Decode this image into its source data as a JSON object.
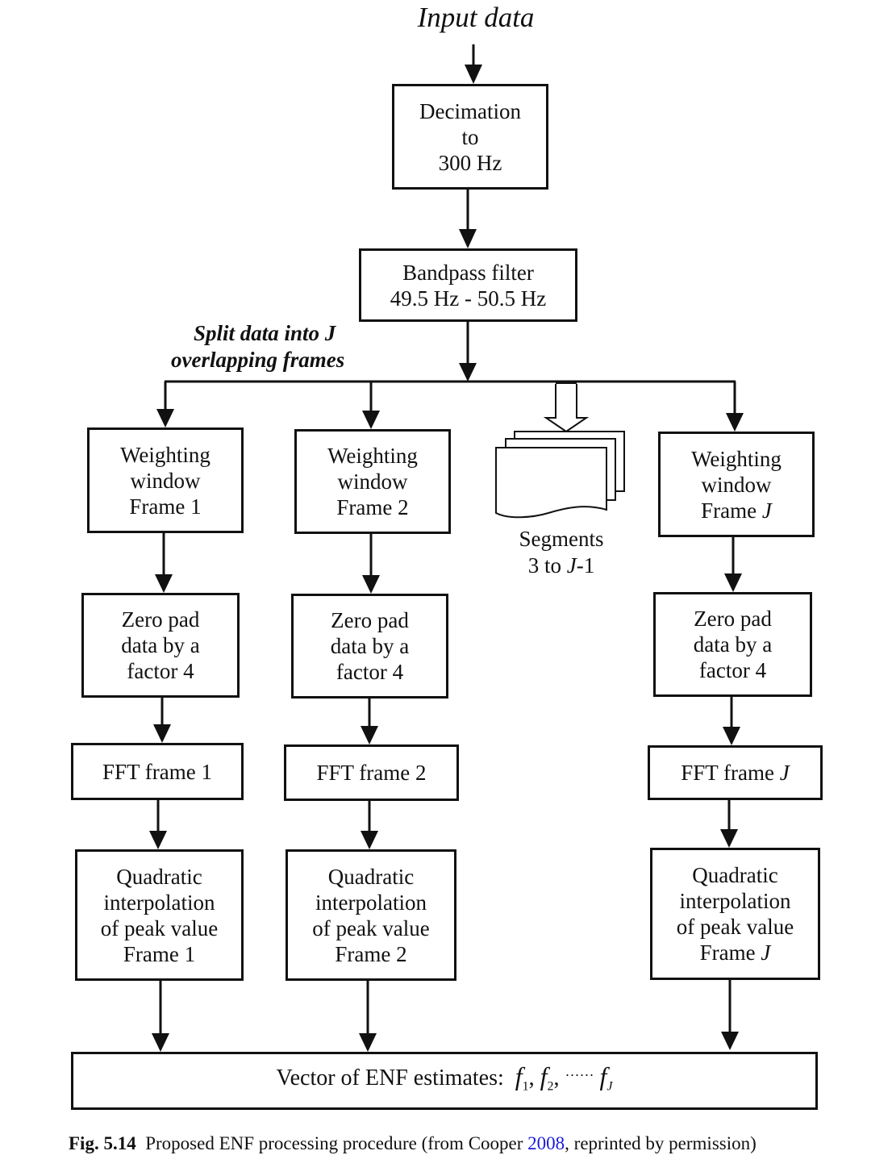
{
  "diagram": {
    "input_label": "Input data",
    "decimation": [
      "Decimation",
      "to",
      "300 Hz"
    ],
    "bandpass": [
      "Bandpass filter",
      "49.5 Hz - 50.5 Hz"
    ],
    "split_label": [
      "Split data into J",
      "overlapping frames"
    ],
    "segments_label": [
      "Segments",
      "3 to ",
      "J",
      "-1"
    ],
    "columns": [
      {
        "weighting": [
          "Weighting",
          "window",
          "Frame 1"
        ],
        "zeropad": [
          "Zero pad",
          "data by a",
          "factor 4"
        ],
        "fft": "FFT frame 1",
        "quadratic": [
          "Quadratic",
          "interpolation",
          "of peak value",
          "Frame 1"
        ]
      },
      {
        "weighting": [
          "Weighting",
          "window",
          "Frame 2"
        ],
        "zeropad": [
          "Zero pad",
          "data by a",
          "factor 4"
        ],
        "fft": "FFT frame 2",
        "quadratic": [
          "Quadratic",
          "interpolation",
          "of peak value",
          "Frame 2"
        ]
      },
      {
        "weighting": [
          "Weighting",
          "window",
          "Frame ",
          "J"
        ],
        "zeropad": [
          "Zero pad",
          "data by a",
          "factor 4"
        ],
        "fft": [
          "FFT frame ",
          "J"
        ],
        "quadratic": [
          "Quadratic",
          "interpolation",
          "of peak value",
          "Frame ",
          "J"
        ]
      }
    ],
    "output": {
      "prefix": "Vector of ENF estimates:",
      "symbol": "f",
      "sub1": "1",
      "sub2": "2",
      "dots": "······",
      "subJ": "J"
    }
  },
  "caption": {
    "fig": "Fig. 5.14",
    "text": "Proposed ENF processing procedure (from Cooper ",
    "ref": "2008",
    "text_end": ", reprinted by permission)",
    "ref_color": "#1a1adb"
  }
}
